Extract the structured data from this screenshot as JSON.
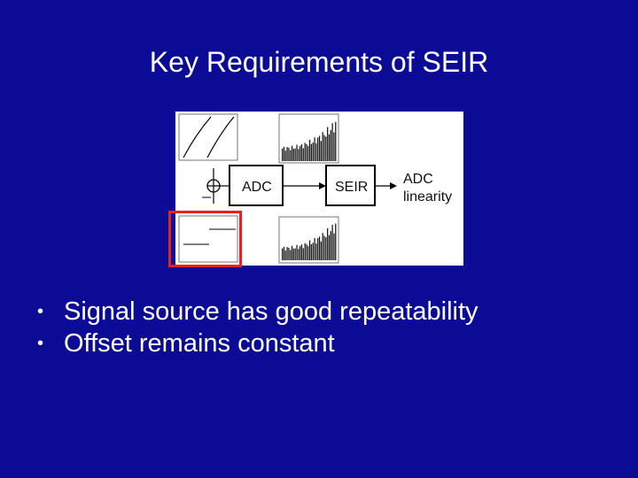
{
  "slide": {
    "title": "Key Requirements of SEIR"
  },
  "diagram": {
    "adc_label": "ADC",
    "seir_label": "SEIR",
    "output_label_line1": "ADC",
    "output_label_line2": "linearity",
    "highlight_color": "#e8221a",
    "block_border_color": "#000000"
  },
  "bullets": [
    "Signal source has good repeatability",
    "Offset remains constant"
  ],
  "colors": {
    "background": "#0b0b96",
    "text": "#ffffff"
  }
}
